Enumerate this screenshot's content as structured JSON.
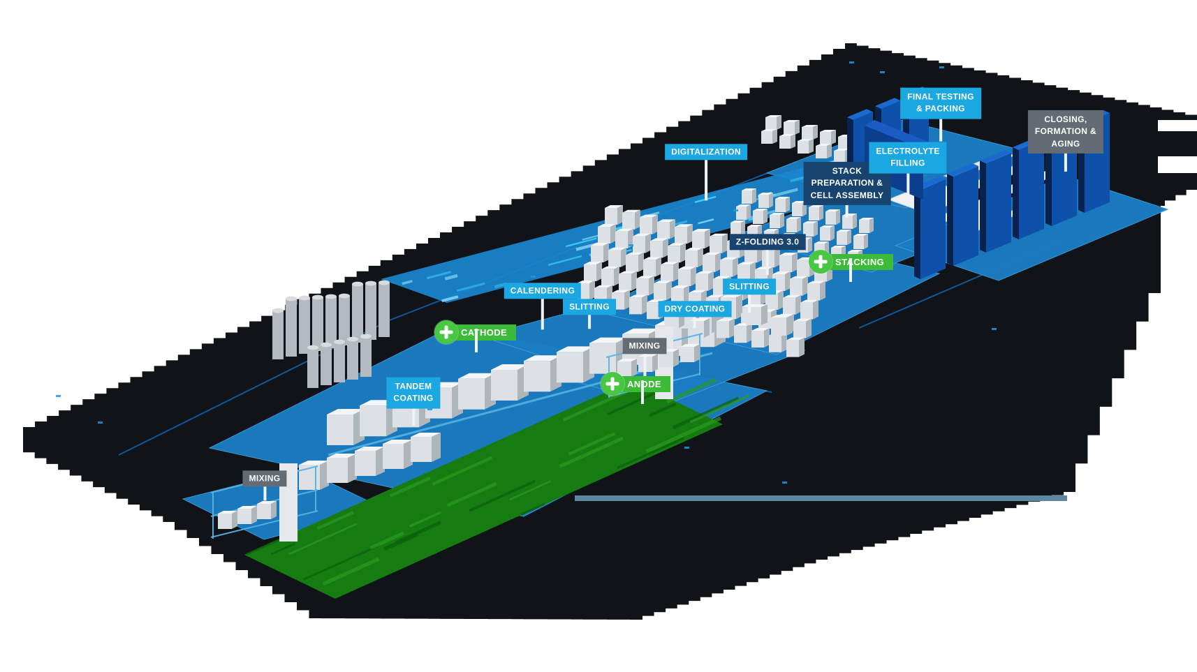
{
  "colors": {
    "background": "#ffffff",
    "floor": "#101317",
    "platform": "#1b7dc3",
    "platform_edge": "#3d9bd6",
    "digital_band": "#1a87d0",
    "digital_streak": "#43d4fd",
    "green_floor": "#167c11",
    "green_streak_dark": "#0c5f0b",
    "green_streak_light": "#2b9b22",
    "label_blue": "#1ba7e1",
    "label_navy": "#17436e",
    "label_gray": "#636c74",
    "pin_green": "#3cbb39",
    "pin_circle_green": "#47c742",
    "rack_front": "#0e51ab",
    "rack_side": "#07224e",
    "rack_top": "#1a6bd0",
    "machine_front": "#dde1e5",
    "machine_top": "#f3f5f6",
    "machine_side": "#aeb5bb",
    "scaffold": "#58b2e2",
    "silo": "#b4bac0",
    "silo_cap": "#d8dcdf",
    "wall_bar": "#5d87a0",
    "accent_line": "#0f65b2",
    "stem": "#eef3f5"
  },
  "stations": {
    "mixing_left": {
      "label": "MIXING",
      "variant": "gray"
    },
    "tandem_coating": {
      "lines": [
        "TANDEM",
        "COATING"
      ],
      "variant": "blue"
    },
    "calendering": {
      "label": "CALENDERING",
      "variant": "blue"
    },
    "slitting_left": {
      "label": "SLITTING",
      "variant": "blue"
    },
    "mixing_center": {
      "label": "MIXING",
      "variant": "gray"
    },
    "dry_coating": {
      "label": "DRY COATING",
      "variant": "blue"
    },
    "slitting_right": {
      "label": "SLITTING",
      "variant": "blue"
    },
    "z_folding": {
      "label": "Z-FOLDING 3.0",
      "variant": "navy"
    },
    "digitalization": {
      "label": "DIGITALIZATION",
      "variant": "blue"
    },
    "stack_preparation": {
      "lines": [
        "STACK",
        "PREPARATION &",
        "CELL ASSEMBLY"
      ],
      "variant": "navy"
    },
    "electrolyte_filling": {
      "lines": [
        "ELECTROLYTE",
        "FILLING"
      ],
      "variant": "blue"
    },
    "final_testing": {
      "lines": [
        "FINAL TESTING",
        "& PACKING"
      ],
      "variant": "blue"
    },
    "closing_formation_aging": {
      "lines": [
        "CLOSING,",
        "FORMATION &",
        "AGING"
      ],
      "variant": "gray"
    }
  },
  "pins": {
    "cathode": {
      "label": "CATHODE",
      "icon": "plus-icon"
    },
    "anode": {
      "label": "ANODE",
      "icon": "plus-icon"
    },
    "stacking": {
      "label": "STACKING",
      "icon": "plus-icon"
    }
  }
}
